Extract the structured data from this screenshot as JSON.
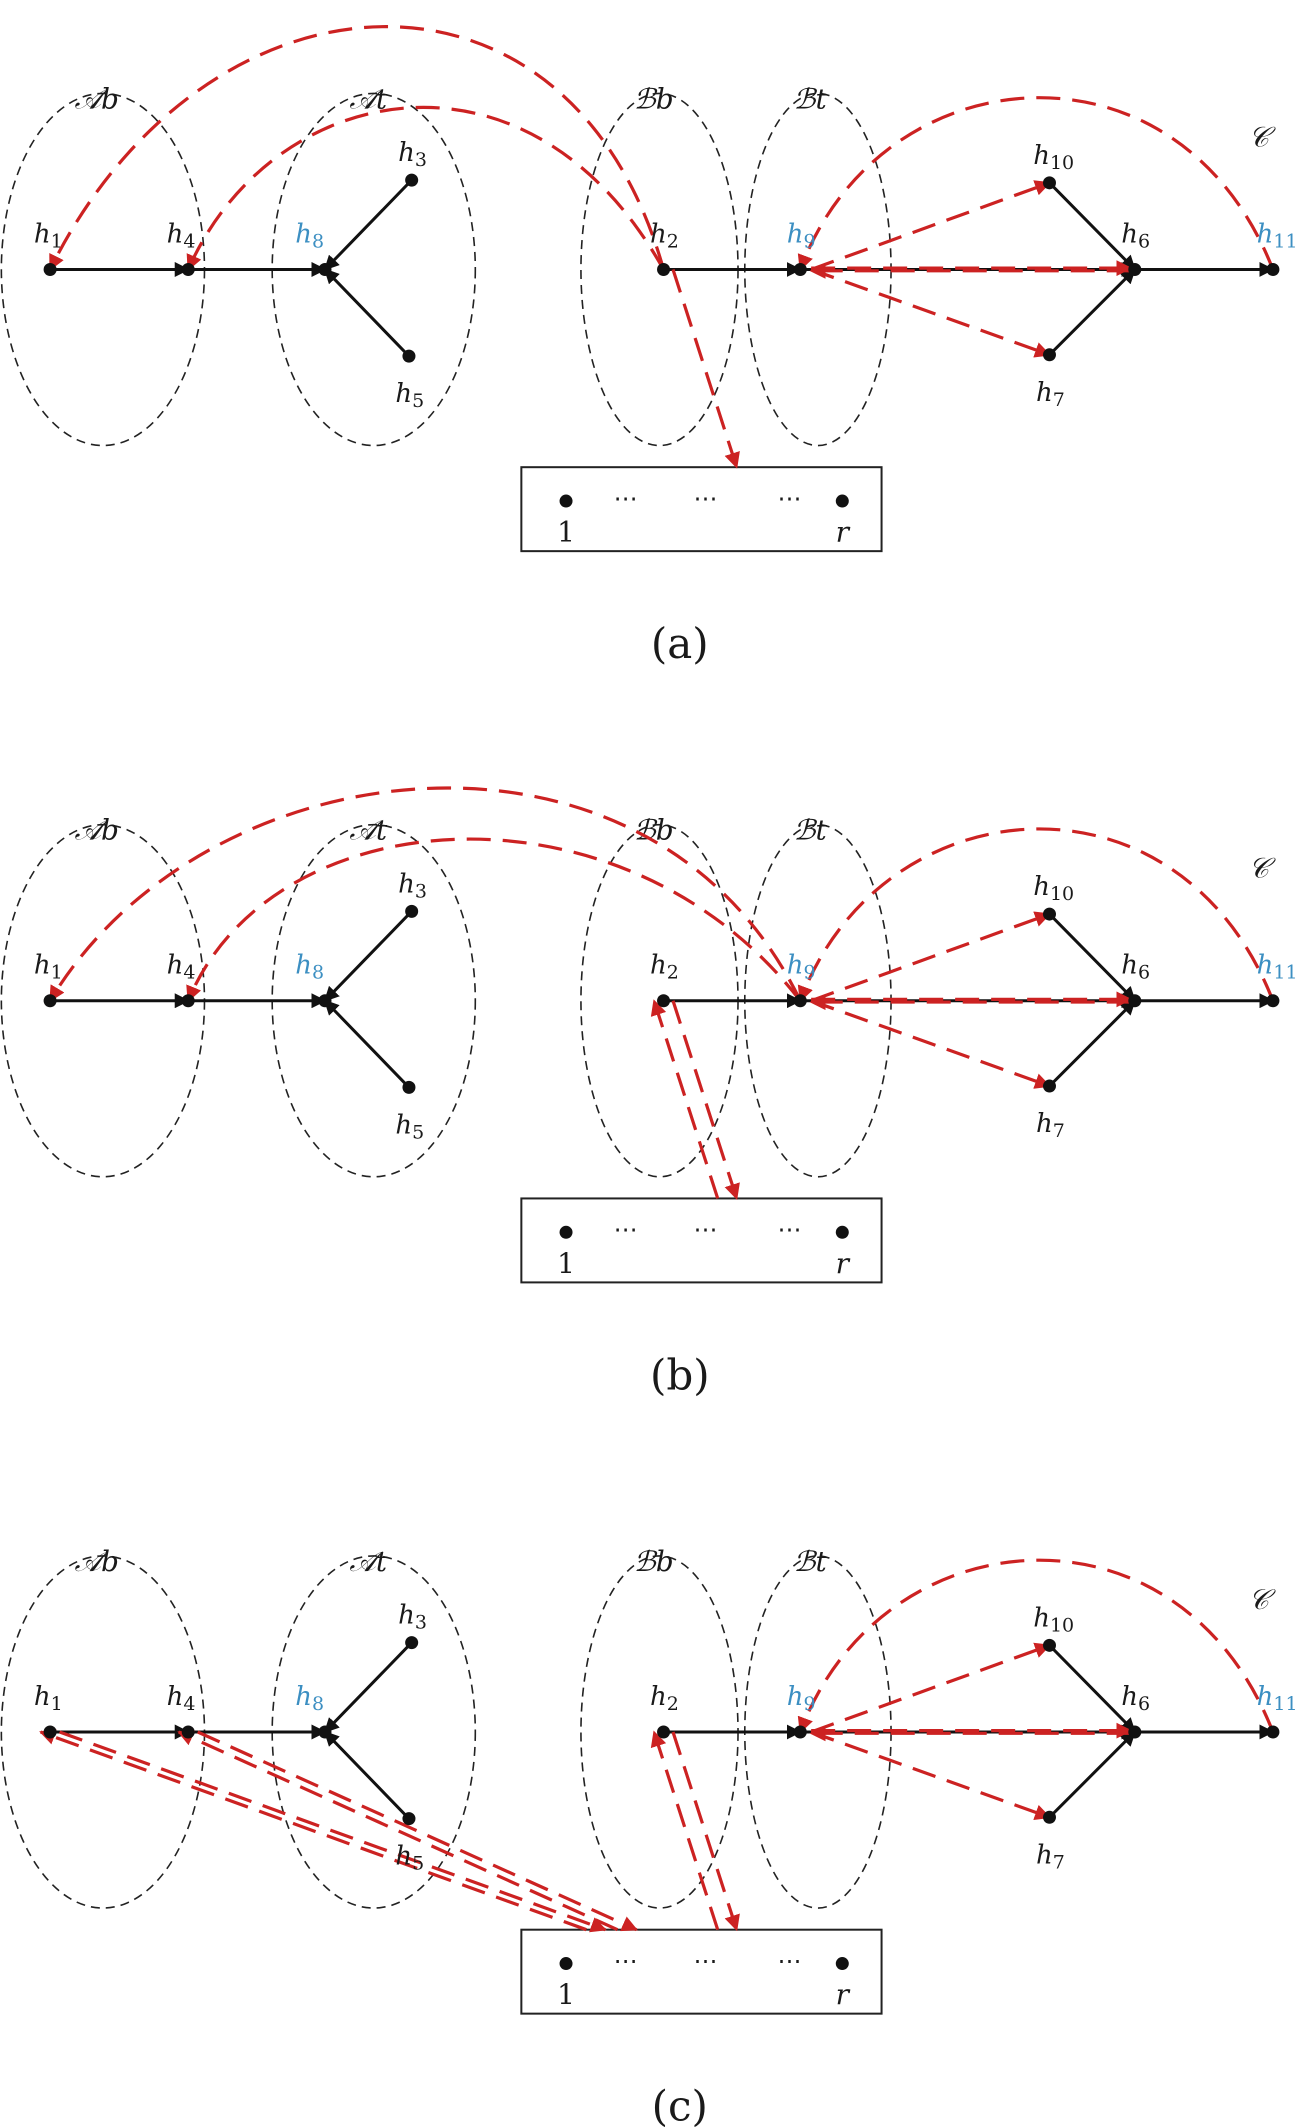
{
  "panels": [
    {
      "caption": "(a)",
      "red_edges": [
        [
          "h2",
          "h1"
        ],
        [
          "h2",
          "h4"
        ],
        [
          "h2",
          "box"
        ],
        [
          "h9",
          "h10"
        ],
        [
          "h9",
          "h7"
        ],
        [
          "h9",
          "h6"
        ],
        [
          "h6",
          "h9"
        ],
        [
          "h11",
          "h9"
        ]
      ]
    },
    {
      "caption": "(b)",
      "red_edges": [
        [
          "h9",
          "h1"
        ],
        [
          "h9",
          "h4"
        ],
        [
          "h2",
          "box"
        ],
        [
          "box",
          "h2"
        ],
        [
          "h9",
          "h10"
        ],
        [
          "h9",
          "h7"
        ],
        [
          "h9",
          "h6"
        ],
        [
          "h6",
          "h9"
        ],
        [
          "h11",
          "h9"
        ]
      ]
    },
    {
      "caption": "(c)",
      "red_edges": [
        [
          "box",
          "h1"
        ],
        [
          "h1",
          "box"
        ],
        [
          "box",
          "h4"
        ],
        [
          "h4",
          "box"
        ],
        [
          "h2",
          "box"
        ],
        [
          "box",
          "h2"
        ],
        [
          "h9",
          "h10"
        ],
        [
          "h9",
          "h7"
        ],
        [
          "h9",
          "h6"
        ],
        [
          "h6",
          "h9"
        ],
        [
          "h11",
          "h9"
        ]
      ]
    }
  ],
  "sets": {
    "Ab": "𝒜b",
    "At": "𝒜t",
    "Bb": "ℬb",
    "Bt": "ℬt",
    "C": "𝒞"
  },
  "nodes": {
    "h1": {
      "label": "h1",
      "highlight": false
    },
    "h2": {
      "label": "h2",
      "highlight": false
    },
    "h3": {
      "label": "h3",
      "highlight": false
    },
    "h4": {
      "label": "h4",
      "highlight": false
    },
    "h5": {
      "label": "h5",
      "highlight": false
    },
    "h6": {
      "label": "h6",
      "highlight": false
    },
    "h7": {
      "label": "h7",
      "highlight": false
    },
    "h8": {
      "label": "h8",
      "highlight": true
    },
    "h9": {
      "label": "h9",
      "highlight": true
    },
    "h10": {
      "label": "h10",
      "highlight": false
    },
    "h11": {
      "label": "h11",
      "highlight": true
    }
  },
  "black_edges": [
    [
      "h1",
      "h4"
    ],
    [
      "h4",
      "h8"
    ],
    [
      "h3",
      "h8"
    ],
    [
      "h5",
      "h8"
    ],
    [
      "h2",
      "h9"
    ],
    [
      "h9",
      "h6"
    ],
    [
      "h10",
      "h6"
    ],
    [
      "h7",
      "h6"
    ],
    [
      "h6",
      "h11"
    ]
  ],
  "box": {
    "first_label": "1",
    "last_label": "r",
    "dots": [
      "⋯",
      "⋯",
      "⋯"
    ]
  },
  "colors": {
    "red_edge": "#cc2222",
    "highlight_label": "#3c8fc2",
    "black": "#111111"
  }
}
